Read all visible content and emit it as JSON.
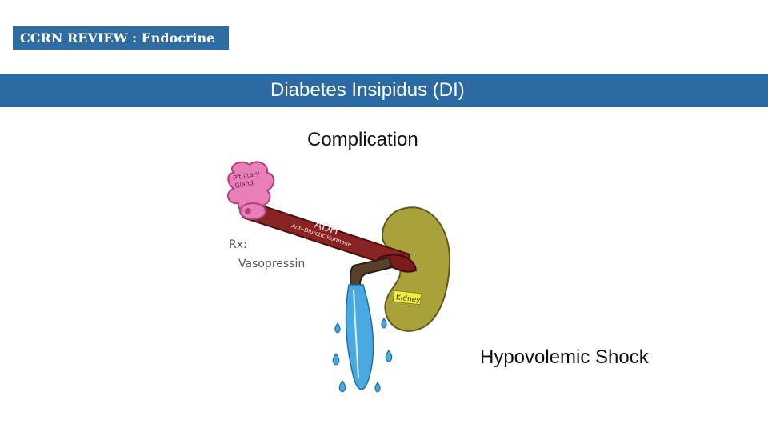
{
  "header": {
    "brand_label": "CCRN REVIEW : Endocrine"
  },
  "slide": {
    "title": "Diabetes Insipidus (DI)",
    "subtitle": "Complication",
    "callout": "Hypovolemic Shock"
  },
  "illustration": {
    "gland_label_line1": "Pituitary",
    "gland_label_line2": "Gland",
    "hormone_label": "ADH",
    "hormone_sublabel": "Anti-Diuretic Hormone",
    "rx_label": "Rx:",
    "treatment_label": "Vasopressin",
    "organ_label": "Kidney",
    "colors": {
      "gland": "#e97fb9",
      "pipe": "#8a2323",
      "kidney": "#a9a23a",
      "water": "#4aa9e0"
    },
    "icons": [
      "pituitary-gland-icon",
      "faucet-icon",
      "kidney-icon",
      "water-drop-icon"
    ]
  }
}
